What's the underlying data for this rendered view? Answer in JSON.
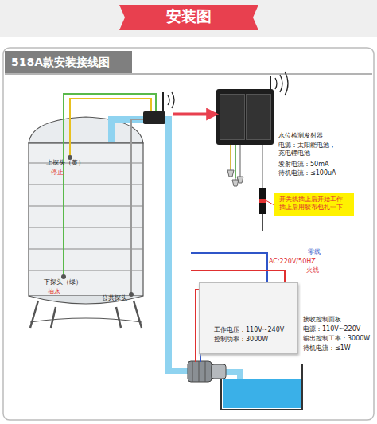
{
  "diagram": {
    "title": "安装图",
    "nodes": [
      {
        "text": [
          "518A款安装接线图"
        ]
      },
      {
        "text": [
          "上探头（黄）",
          "停止",
          "下探头（绿）",
          "抽水",
          "公共探头"
        ]
      },
      {
        "text": [
          "水位检测发射器",
          "电源：太阳能电池， 充电锂电池",
          "发射电流：50mA",
          "待机电流：≤100uA"
        ]
      },
      {
        "text": [
          "开关线插上后开始工作 插上后用胶布包扎一下"
        ]
      },
      {
        "text": [
          "工作电压：110V~240V",
          "控制功率：3000W"
        ]
      }
    ],
    "edges": [
      {
        "from": 1,
        "to": 2,
        "arrow": "to"
      }
    ],
    "labels": [
      "零线",
      "AC:220V/50HZ",
      "火线",
      "接收控制面板",
      "电源：110V~220V",
      "输出控制工率：3000W",
      "待机电流：≤1W"
    ]
  }
}
